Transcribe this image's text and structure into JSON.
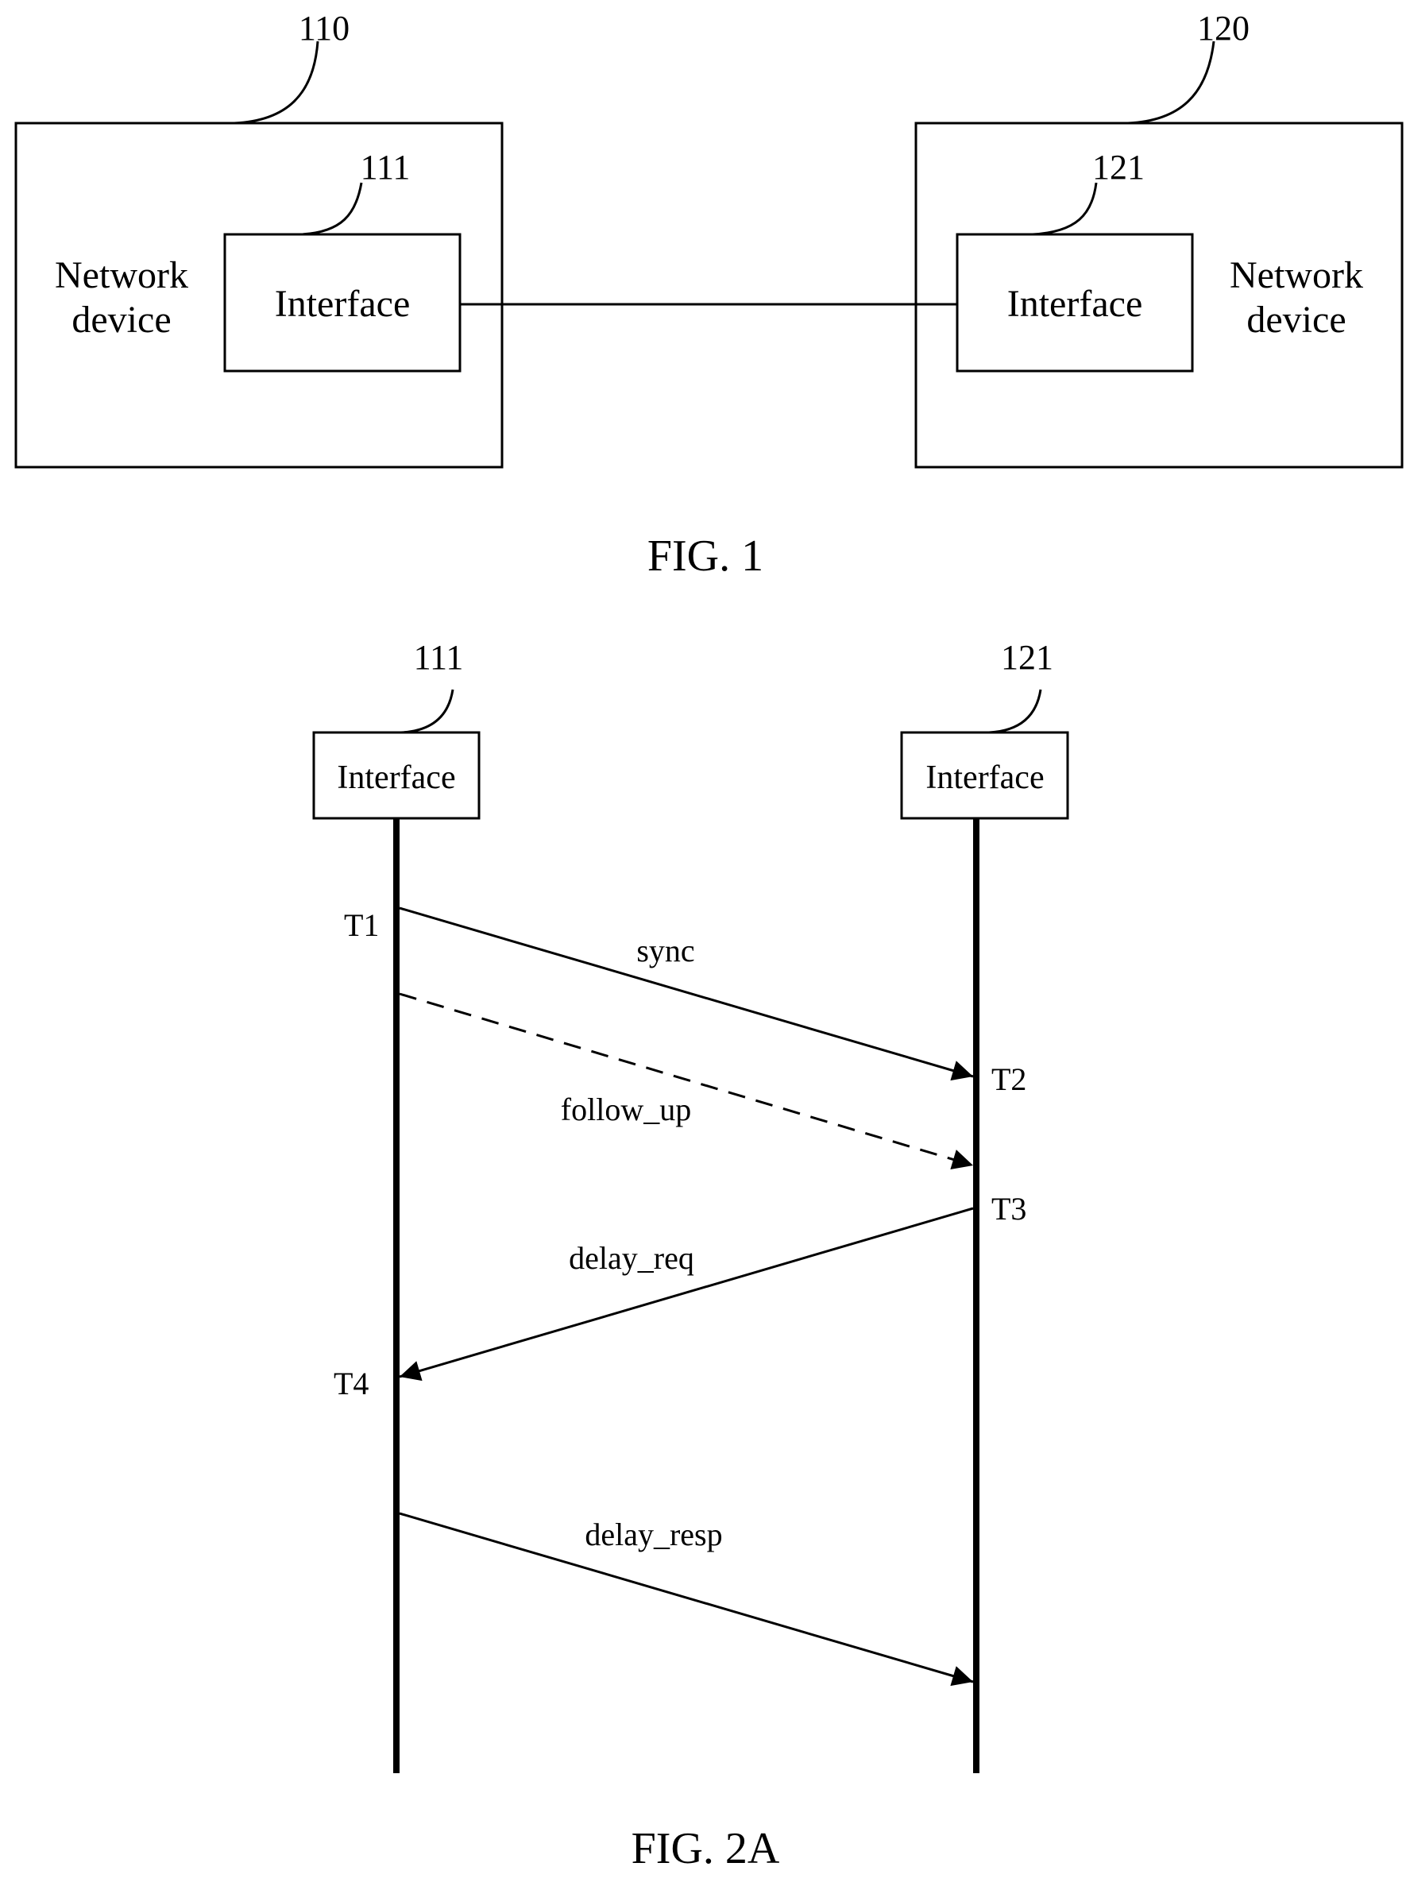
{
  "fig1": {
    "caption": "FIG. 1",
    "left_device": {
      "ref": "110",
      "label_line1": "Network",
      "label_line2": "device",
      "interface": {
        "ref": "111",
        "label": "Interface"
      }
    },
    "right_device": {
      "ref": "120",
      "label_line1": "Network",
      "label_line2": "device",
      "interface": {
        "ref": "121",
        "label": "Interface"
      }
    }
  },
  "fig2a": {
    "caption": "FIG. 2A",
    "left_participant": {
      "ref": "111",
      "label": "Interface"
    },
    "right_participant": {
      "ref": "121",
      "label": "Interface"
    },
    "timestamps": {
      "t1": "T1",
      "t2": "T2",
      "t3": "T3",
      "t4": "T4"
    },
    "messages": [
      {
        "label": "sync",
        "from": "111",
        "to": "121",
        "style": "solid"
      },
      {
        "label": "follow_up",
        "from": "111",
        "to": "121",
        "style": "dashed"
      },
      {
        "label": "delay_req",
        "from": "121",
        "to": "111",
        "style": "solid"
      },
      {
        "label": "delay_resp",
        "from": "111",
        "to": "121",
        "style": "solid"
      }
    ]
  }
}
